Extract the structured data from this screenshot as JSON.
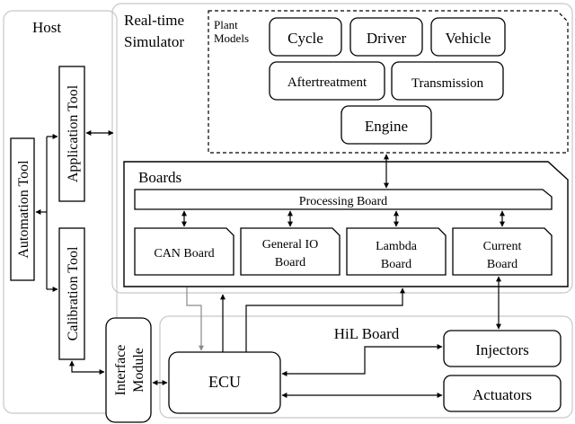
{
  "panels": {
    "host": "Host",
    "simulator_line1": "Real-time",
    "simulator_line2": "Simulator",
    "plant_line1": "Plant",
    "plant_line2": "Models",
    "boards": "Boards",
    "hil": "HiL Board"
  },
  "host_tools": {
    "automation": "Automation Tool",
    "application": "Application Tool",
    "calibration": "Calibration Tool"
  },
  "plant_models": {
    "cycle": "Cycle",
    "driver": "Driver",
    "vehicle": "Vehicle",
    "aftertreatment": "Aftertreatment",
    "transmission": "Transmission",
    "engine": "Engine"
  },
  "boards": {
    "processing": "Processing Board",
    "can": "CAN Board",
    "gio_line1": "General IO",
    "gio_line2": "Board",
    "lambda_line1": "Lambda",
    "lambda_line2": "Board",
    "current_line1": "Current",
    "current_line2": "Board"
  },
  "interface": {
    "line1": "Interface",
    "line2": "Module"
  },
  "hil": {
    "ecu": "ECU",
    "injectors": "Injectors",
    "actuators": "Actuators"
  }
}
